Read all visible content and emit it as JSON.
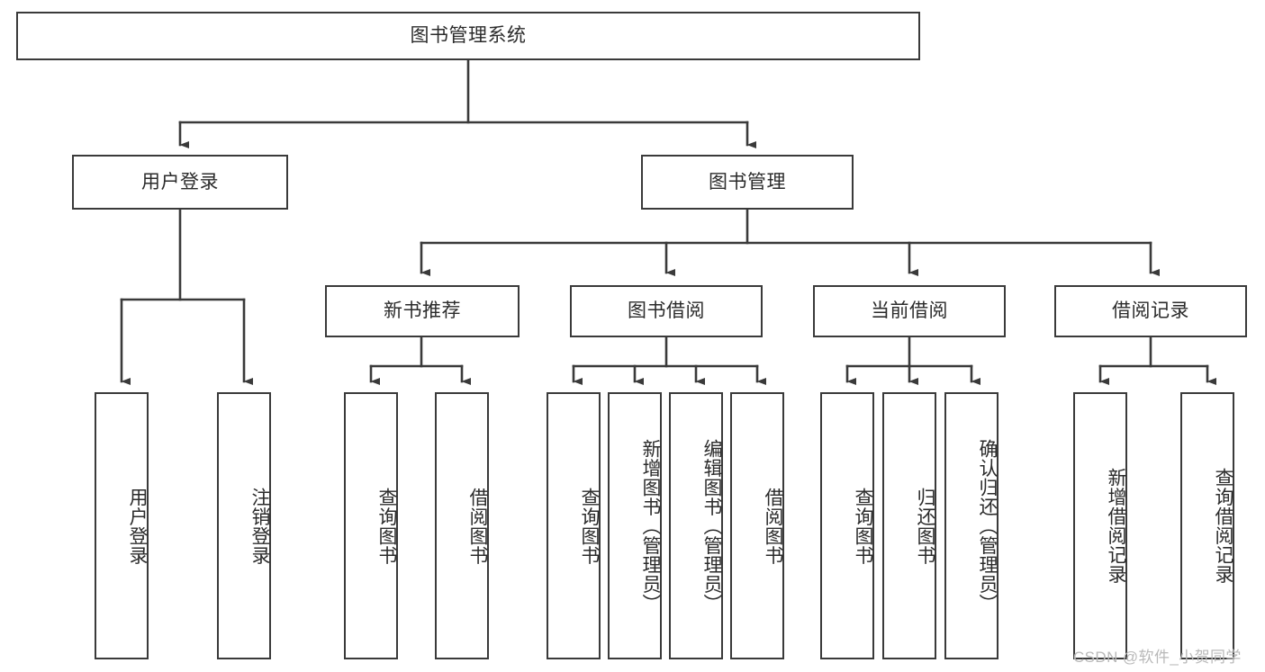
{
  "diagram": {
    "title": "图书管理系统",
    "type": "tree-hierarchy",
    "colors": {
      "box_border": "#3a3a3a",
      "box_fill": "#ffffff",
      "text": "#2b2b2b",
      "connector": "#3a3a3a",
      "watermark": "#b9b9b9",
      "background": "#ffffff"
    }
  },
  "root": {
    "label": "图书管理系统"
  },
  "level2": [
    {
      "id": "user-login",
      "label": "用户登录"
    },
    {
      "id": "book-manage",
      "label": "图书管理"
    }
  ],
  "level3": [
    {
      "id": "new-book-recommend",
      "label": "新书推荐"
    },
    {
      "id": "book-borrow",
      "label": "图书借阅"
    },
    {
      "id": "current-borrow",
      "label": "当前借阅"
    },
    {
      "id": "borrow-record",
      "label": "借阅记录"
    }
  ],
  "leaves": {
    "user_login": [
      {
        "id": "leaf-user-login",
        "label": "用户登录"
      },
      {
        "id": "leaf-logout",
        "label": "注销登录"
      }
    ],
    "new_book_recommend": [
      {
        "id": "leaf-query-book-1",
        "label": "查询图书"
      },
      {
        "id": "leaf-borrow-book-1",
        "label": "借阅图书"
      }
    ],
    "book_borrow": [
      {
        "id": "leaf-query-book-2",
        "label": "查询图书"
      },
      {
        "id": "leaf-add-book",
        "label": "新增图书（管理员）"
      },
      {
        "id": "leaf-edit-book",
        "label": "编辑图书（管理员）"
      },
      {
        "id": "leaf-borrow-book-2",
        "label": "借阅图书"
      }
    ],
    "current_borrow": [
      {
        "id": "leaf-query-book-3",
        "label": "查询图书"
      },
      {
        "id": "leaf-return-book",
        "label": "归还图书"
      },
      {
        "id": "leaf-confirm-return",
        "label": "确认归还（管理员）"
      }
    ],
    "borrow_record": [
      {
        "id": "leaf-add-record",
        "label": "新增借阅记录"
      },
      {
        "id": "leaf-query-record",
        "label": "查询借阅记录"
      }
    ]
  },
  "watermark": {
    "text": "CSDN @软件_小贺同学"
  }
}
